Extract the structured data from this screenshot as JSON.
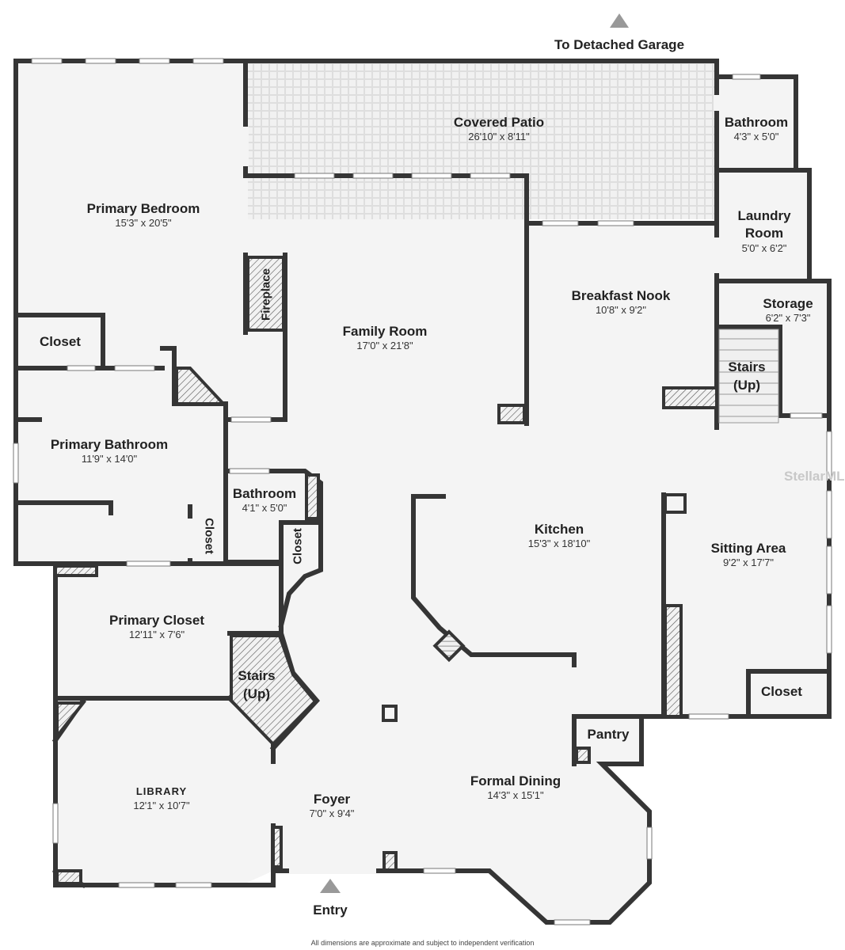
{
  "labels": {
    "to_garage": "To Detached Garage",
    "entry": "Entry",
    "footer": "All dimensions are approximate and subject to independent verification",
    "watermark": "StellarMLS"
  },
  "rooms": {
    "covered_patio": {
      "name": "Covered Patio",
      "dim": "26'10\" x 8'11\""
    },
    "bathroom_top": {
      "name": "Bathroom",
      "dim": "4'3\" x 5'0\""
    },
    "laundry": {
      "name": "Laundry Room",
      "dim": "5'0\" x 6'2\""
    },
    "primary_bedroom": {
      "name": "Primary Bedroom",
      "dim": "15'3\" x 20'5\""
    },
    "family_room": {
      "name": "Family Room",
      "dim": "17'0\" x 21'8\""
    },
    "breakfast_nook": {
      "name": "Breakfast Nook",
      "dim": "10'8\" x 9'2\""
    },
    "storage": {
      "name": "Storage",
      "dim": "6'2\" x 7'3\""
    },
    "stairs_right": {
      "name": "Stairs (Up)"
    },
    "closet_left": {
      "name": "Closet"
    },
    "fireplace": {
      "name": "Fireplace"
    },
    "primary_bathroom": {
      "name": "Primary Bathroom",
      "dim": "11'9\" x 14'0\""
    },
    "bathroom_mid": {
      "name": "Bathroom",
      "dim": "4'1\" x 5'0\""
    },
    "closet_small": {
      "name": "Closet"
    },
    "closet_vertical": {
      "name": "Closet"
    },
    "kitchen": {
      "name": "Kitchen",
      "dim": "15'3\" x 18'10\""
    },
    "sitting_area": {
      "name": "Sitting Area",
      "dim": "9'2\" x 17'7\""
    },
    "primary_closet": {
      "name": "Primary Closet",
      "dim": "12'11\" x 7'6\""
    },
    "stairs_left": {
      "name": "Stairs (Up)"
    },
    "closet_right": {
      "name": "Closet"
    },
    "pantry": {
      "name": "Pantry"
    },
    "library": {
      "name": "LIBRARY",
      "dim": "12'1\" x 10'7\""
    },
    "foyer": {
      "name": "Foyer",
      "dim": "7'0\" x 9'4\""
    },
    "formal_dining": {
      "name": "Formal Dining",
      "dim": "14'3\" x 15'1\""
    }
  }
}
